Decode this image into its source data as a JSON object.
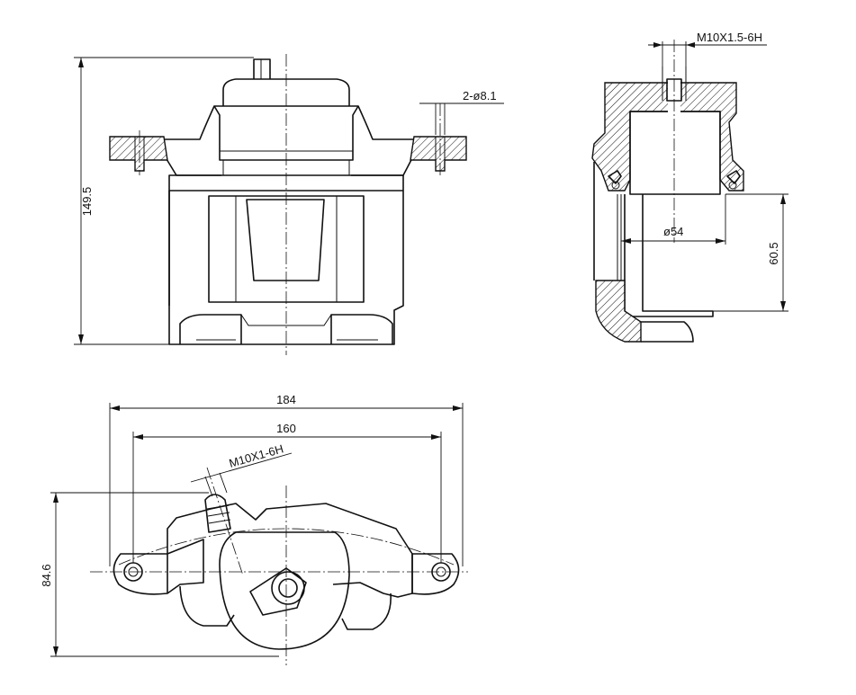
{
  "dimensions": {
    "height_front": "149.5",
    "hole_callout": "2-ø8.1",
    "thread_top": "M10X1.5-6H",
    "piston_dia": "ø54",
    "piston_depth": "60.5",
    "overall_width": "184",
    "mount_spacing": "160",
    "thread_bleeder": "M10X1-6H",
    "height_top": "84.6"
  }
}
